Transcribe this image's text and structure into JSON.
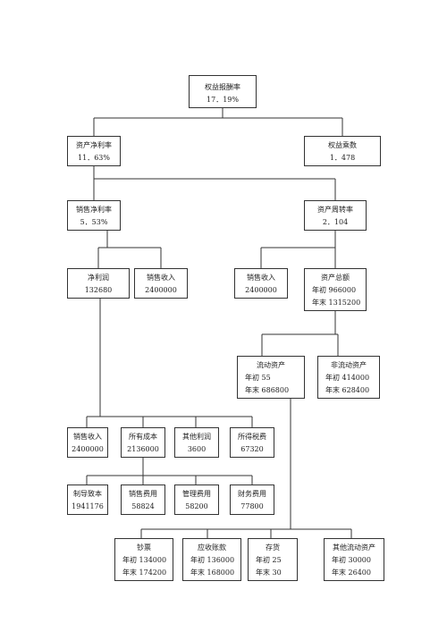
{
  "roe": {
    "label": "权益报酬率",
    "value": "17．19%"
  },
  "roa": {
    "label": "资产净利率",
    "value": "11．63%"
  },
  "equity_multiplier": {
    "label": "权益乘数",
    "value": "1．478"
  },
  "net_margin": {
    "label": "销售净利率",
    "value": "5．53%"
  },
  "asset_turnover": {
    "label": "资产周转率",
    "value": "2．104"
  },
  "net_profit": {
    "label": "净利润",
    "value": "132680"
  },
  "sales_a": {
    "label": "销售收入",
    "value": "2400000"
  },
  "sales_b": {
    "label": "销售收入",
    "value": "2400000"
  },
  "total_assets": {
    "label": "资产总额",
    "begin": "年初 966000",
    "end": "年末 1315200"
  },
  "current_assets": {
    "label": "流动资产",
    "begin": "年初 55",
    "end": "年末 686800"
  },
  "noncurrent_assets": {
    "label": "非流动资产",
    "begin": "年初 414000",
    "end": "年末 628400"
  },
  "sales_c": {
    "label": "销售收入",
    "value": "2400000"
  },
  "total_cost": {
    "label": "所有成本",
    "value": "2136000"
  },
  "other_profit": {
    "label": "其他利润",
    "value": "3600"
  },
  "income_tax": {
    "label": "所得税费",
    "value": "67320"
  },
  "mfg_cost": {
    "label": "制导致本",
    "value": "1941176"
  },
  "selling_exp": {
    "label": "销售费用",
    "value": "58824"
  },
  "admin_exp": {
    "label": "管理费用",
    "value": "58200"
  },
  "finance_exp": {
    "label": "财务费用",
    "value": "77800"
  },
  "cash": {
    "label": "钞票",
    "begin": "年初 134000",
    "end": "年末 174200"
  },
  "receivables": {
    "label": "应收账款",
    "begin": "年初 136000",
    "end": "年末 168000"
  },
  "inventory": {
    "label": "存货",
    "begin": "年初 25",
    "end": "年末 30"
  },
  "other_current": {
    "label": "其他流动资产",
    "begin": "年初 30000",
    "end": "年末 26400"
  }
}
